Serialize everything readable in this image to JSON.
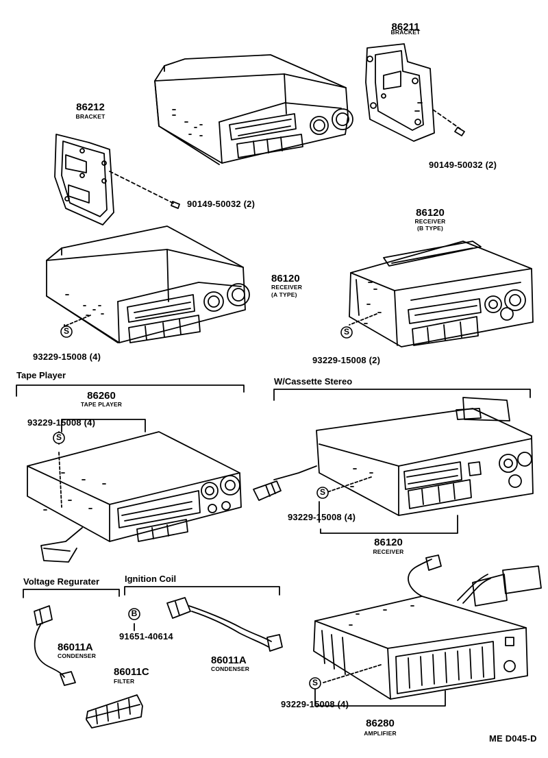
{
  "sections": {
    "tape_player": "Tape Player",
    "cassette_stereo": "W/Cassette Stereo",
    "voltage_regurater": "Voltage Regurater",
    "ignition_coil": "Ignition Coil"
  },
  "parts": {
    "bracket_right": {
      "number": "86211",
      "name": "BRACKET"
    },
    "bolt_right": {
      "number": "90149-50032 (2)"
    },
    "bracket_left": {
      "number": "86212",
      "name": "BRACKET"
    },
    "bolt_left": {
      "number": "90149-50032 (2)"
    },
    "receiver_a": {
      "number": "86120",
      "name_1": "RECEIVER",
      "name_2": "(A TYPE)"
    },
    "receiver_b": {
      "number": "86120",
      "name_1": "RECEIVER",
      "name_2": "(B TYPE)"
    },
    "screw_a": {
      "symbol": "S",
      "number": "93229-15008 (4)"
    },
    "screw_b": {
      "symbol": "S",
      "number": "93229-15008 (2)"
    },
    "tape_player": {
      "number": "86260",
      "name": "TAPE PLAYER"
    },
    "screw_tape": {
      "symbol": "S",
      "number": "93229-15008 (4)"
    },
    "screw_cassette": {
      "symbol": "S",
      "number": "93229-15008 (4)"
    },
    "receiver_cassette": {
      "number": "86120",
      "name": "RECEIVER"
    },
    "condenser_regulator": {
      "number": "86011A",
      "name": "CONDENSER"
    },
    "filter": {
      "number": "86011C",
      "name": "FILTER"
    },
    "bolt_ignition": {
      "symbol": "B",
      "number": "91651-40614"
    },
    "condenser_ignition": {
      "number": "86011A",
      "name": "CONDENSER"
    },
    "screw_amp": {
      "symbol": "S",
      "number": "93229-15008 (4)"
    },
    "amplifier": {
      "number": "86280",
      "name": "AMPLIFIER"
    }
  },
  "diagram_code": "ME D045-D"
}
